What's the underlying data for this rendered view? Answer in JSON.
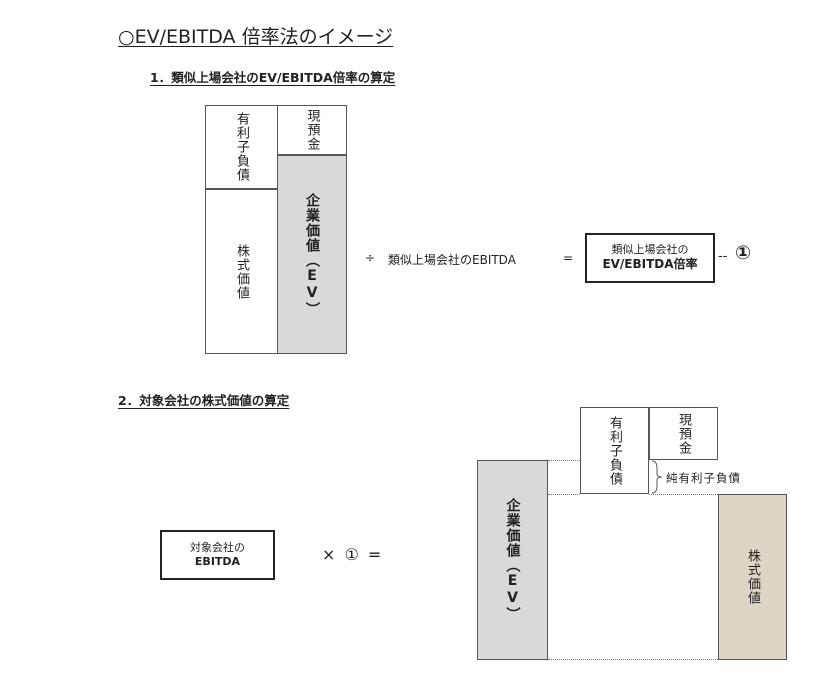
{
  "title": "○EV/EBITDA 倍率法のイメージ",
  "section1": {
    "heading": "1．類似上場会社のEV/EBITDA倍率の算定",
    "interest_debt": "有利子負債",
    "cash": "現預金",
    "equity_value": "株式価値",
    "enterprise_value": "企業価値（EV）",
    "divide_sign": "÷",
    "comparable_ebitda": "類似上場会社のEBITDA",
    "equals_sign": "=",
    "result_line1": "類似上場会社の",
    "result_line2": "EV/EBITDA倍率",
    "dash": "--",
    "marker": "①"
  },
  "section2": {
    "heading": "2．対象会社の株式価値の算定",
    "target_line1": "対象会社の",
    "target_line2": "EBITDA",
    "multiply_expr": "× ① =",
    "enterprise_value": "企業価値（EV）",
    "interest_debt": "有利子負債",
    "cash": "現預金",
    "net_debt_label": "純有利子負債",
    "equity_value": "株式価値"
  },
  "colors": {
    "gray_fill": "#d9d9d9",
    "tan_fill": "#ddd6c5"
  }
}
